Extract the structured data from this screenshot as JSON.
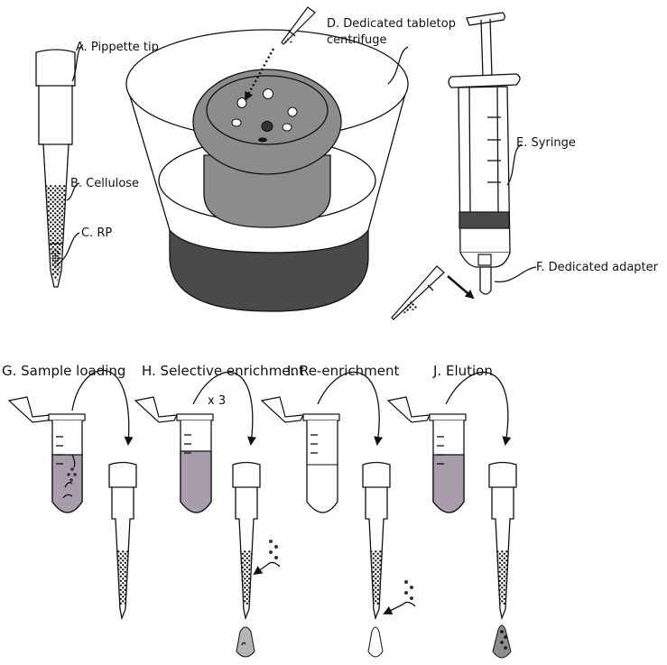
{
  "labels": {
    "pipette_tip": "A. Pippette tip",
    "cellulose": "B. Cellulose",
    "rp": "C. RP",
    "centrifuge_line1": "D. Dedicated tabletop",
    "centrifuge_line2": "centrifuge",
    "syringe": "E. Syringe",
    "adapter": "F. Dedicated adapter"
  },
  "steps": [
    {
      "label": "G. Sample loading"
    },
    {
      "label": "H. Selective enrichment",
      "repeat": "x 3"
    },
    {
      "label": "I. Re-enrichment"
    },
    {
      "label": "J. Elution"
    }
  ],
  "colors": {
    "rotor_gray": "#8c8c8c",
    "base_dark": "#4a4a4a",
    "liquid_purple": "#a79dab",
    "drop_gray": "#b5b5b5",
    "line": "#111111"
  }
}
